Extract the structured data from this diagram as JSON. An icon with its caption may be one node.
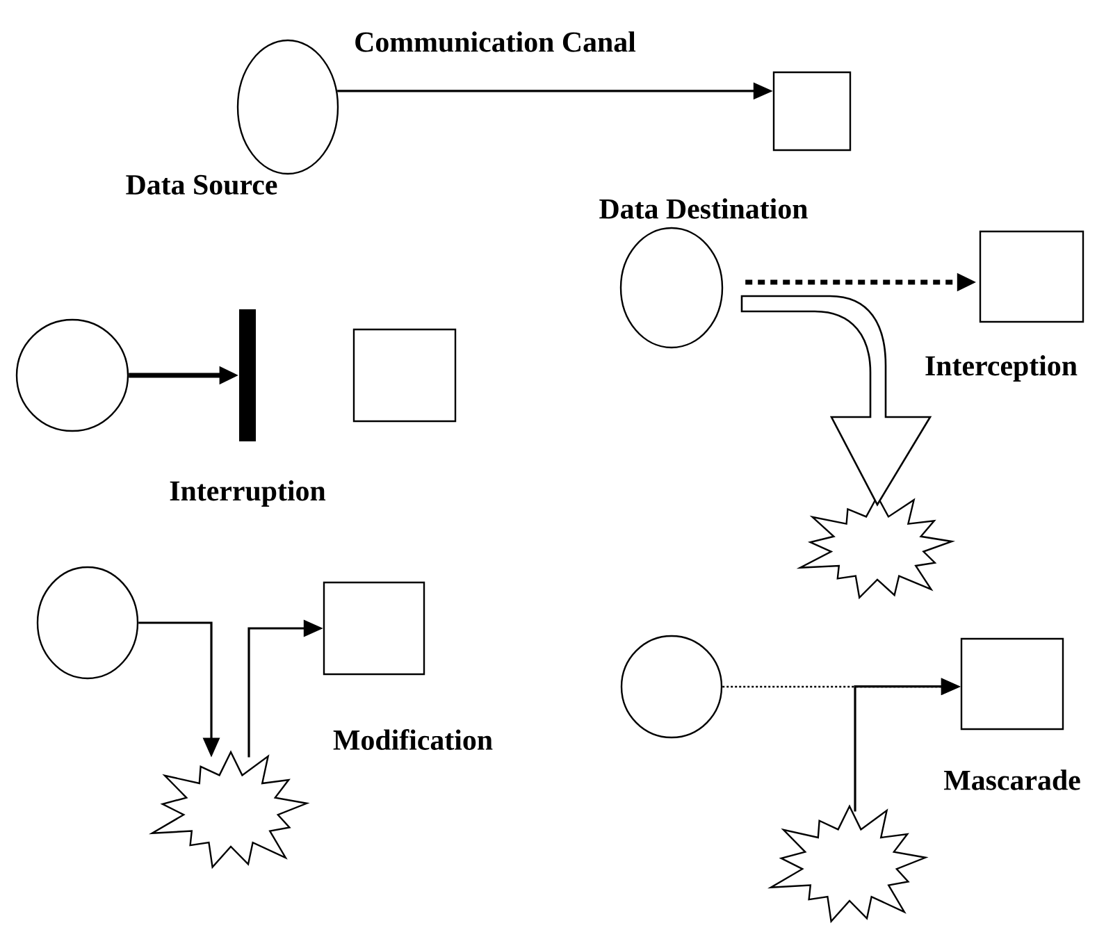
{
  "diagram": {
    "nodes": [
      {
        "text": [],
        "shape": "ellipse",
        "beside": [
          "Data Source"
        ]
      },
      {
        "text": [],
        "shape": "box"
      },
      {
        "text": [],
        "shape": "circle"
      },
      {
        "text": [],
        "shape": "bar"
      },
      {
        "text": [],
        "shape": "box"
      },
      {
        "text": [],
        "shape": "ellipse"
      },
      {
        "text": [],
        "shape": "box"
      },
      {
        "text": [],
        "shape": "burst"
      },
      {
        "text": [],
        "shape": "circle"
      },
      {
        "text": [],
        "shape": "box"
      },
      {
        "text": [],
        "shape": "burst"
      },
      {
        "text": [],
        "shape": "circle"
      },
      {
        "text": [],
        "shape": "box"
      },
      {
        "text": [],
        "shape": "burst"
      }
    ],
    "edges": [
      {
        "from": 0,
        "to": 1,
        "arrow": "to",
        "label": "Communication Canal"
      },
      {
        "from": 2,
        "to": 3,
        "arrow": "to",
        "style": "thick"
      },
      {
        "from": 5,
        "to": 6,
        "arrow": "to",
        "style": "dashed"
      },
      {
        "from": 5,
        "to": 7,
        "arrow": "to",
        "style": "thick"
      },
      {
        "from": 8,
        "to": 10,
        "arrow": "to"
      },
      {
        "from": 10,
        "to": 9,
        "arrow": "to"
      },
      {
        "from": 11,
        "to": 12,
        "arrow": "to",
        "style": "dashed"
      },
      {
        "from": 13,
        "to": 12,
        "arrow": "to"
      }
    ],
    "labels": [
      "Data Destination",
      "Interruption",
      "Interception",
      "Modification",
      "Mascarade"
    ]
  }
}
